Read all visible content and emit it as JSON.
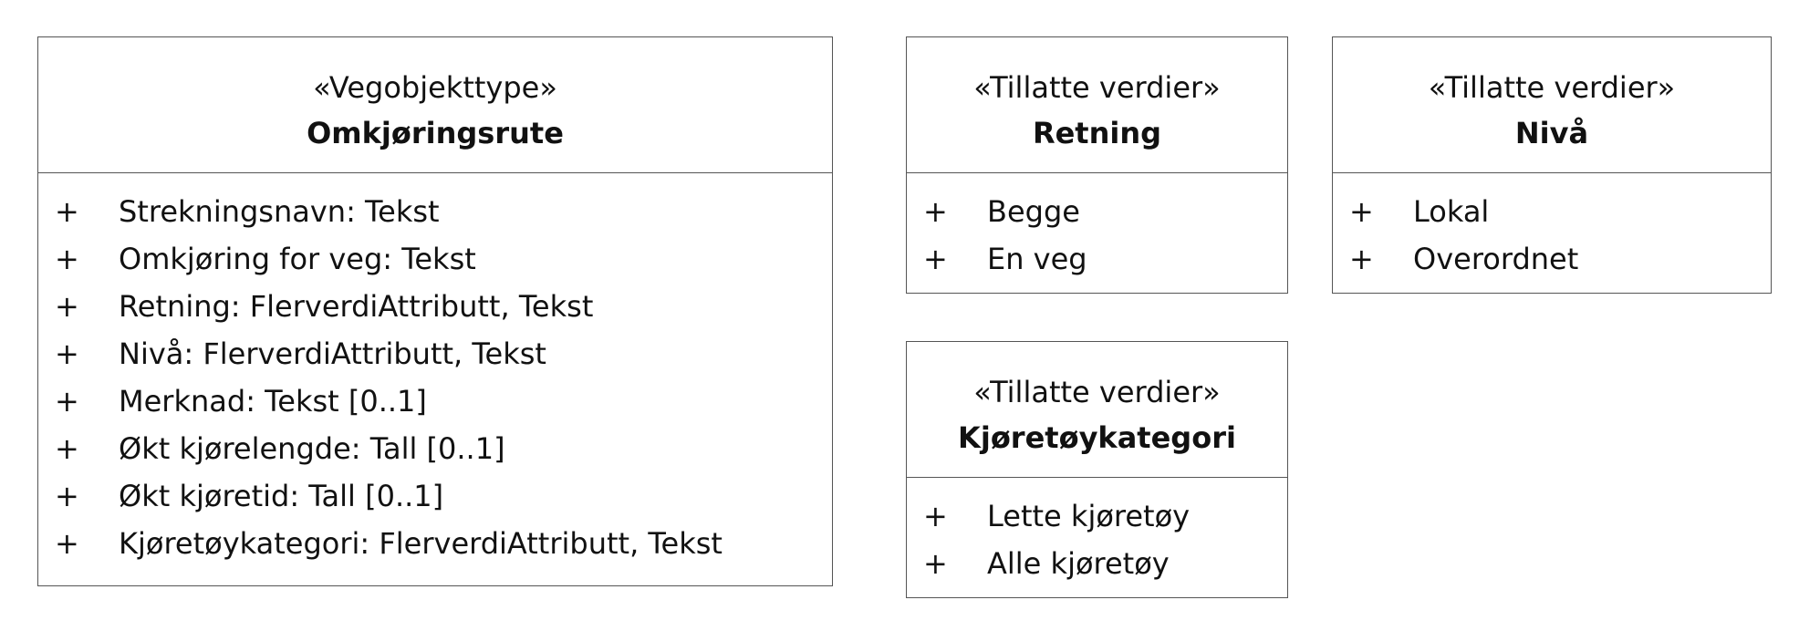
{
  "boxes": [
    {
      "stereotype": "«Vegobjekttype»",
      "name": "Omkjøringsrute",
      "attributes": [
        {
          "visibility": "+",
          "text": "Strekningsnavn: Tekst"
        },
        {
          "visibility": "+",
          "text": "Omkjøring for veg: Tekst"
        },
        {
          "visibility": "+",
          "text": "Retning: FlerverdiAttributt, Tekst"
        },
        {
          "visibility": "+",
          "text": "Nivå: FlerverdiAttributt, Tekst"
        },
        {
          "visibility": "+",
          "text": "Merknad: Tekst [0..1]"
        },
        {
          "visibility": "+",
          "text": "Økt kjørelengde: Tall [0..1]"
        },
        {
          "visibility": "+",
          "text": "Økt kjøretid: Tall [0..1]"
        },
        {
          "visibility": "+",
          "text": "Kjøretøykategori: FlerverdiAttributt, Tekst"
        }
      ]
    },
    {
      "stereotype": "«Tillatte verdier»",
      "name": "Retning",
      "attributes": [
        {
          "visibility": "+",
          "text": "Begge"
        },
        {
          "visibility": "+",
          "text": "En veg"
        }
      ]
    },
    {
      "stereotype": "«Tillatte verdier»",
      "name": "Nivå",
      "attributes": [
        {
          "visibility": "+",
          "text": "Lokal"
        },
        {
          "visibility": "+",
          "text": "Overordnet"
        }
      ]
    },
    {
      "stereotype": "«Tillatte verdier»",
      "name": "Kjøretøykategori",
      "attributes": [
        {
          "visibility": "+",
          "text": "Lette kjøretøy"
        },
        {
          "visibility": "+",
          "text": "Alle kjøretøy"
        }
      ]
    }
  ]
}
